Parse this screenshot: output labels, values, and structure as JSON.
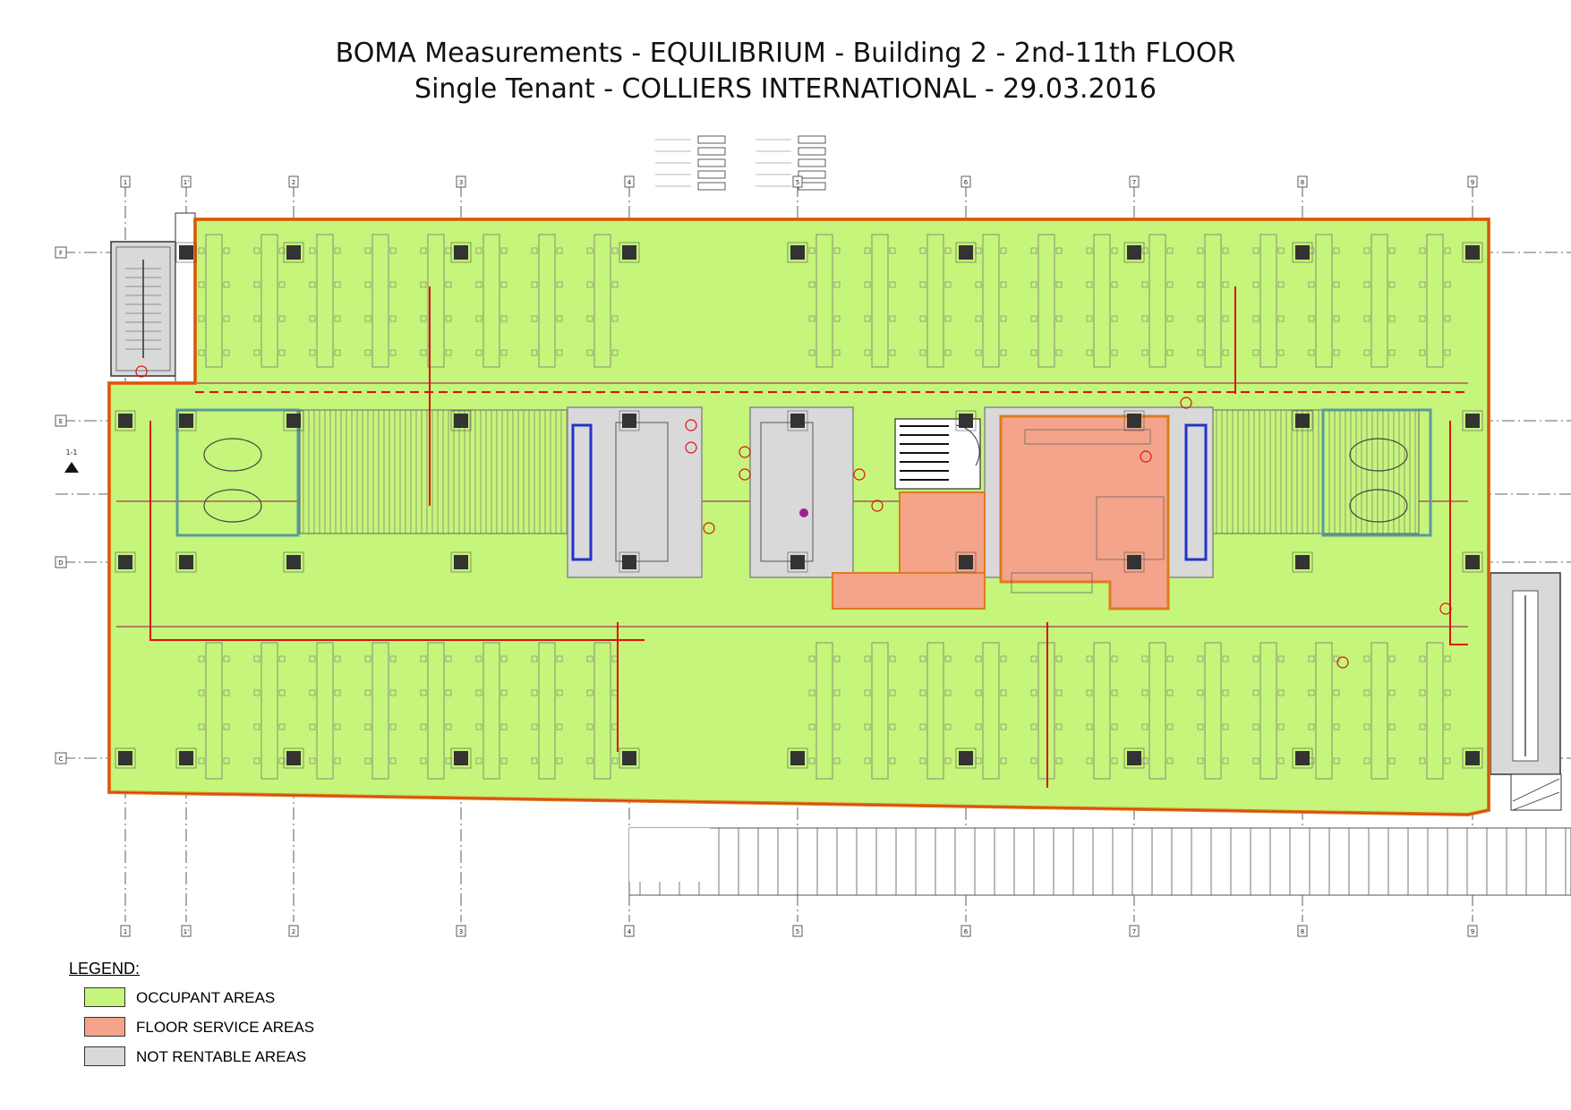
{
  "title": {
    "line1": "BOMA Measurements - EQUILIBRIUM - Building 2 - 2nd-11th FLOOR",
    "line2": "Single Tenant - COLLIERS INTERNATIONAL - 29.03.2016"
  },
  "legend": {
    "heading": "LEGEND:",
    "items": [
      {
        "label": "OCCUPANT AREAS",
        "color": "#c5f57a"
      },
      {
        "label": "FLOOR SERVICE AREAS",
        "color": "#f4a48a"
      },
      {
        "label": "NOT RENTABLE AREAS",
        "color": "#d9d9d9"
      }
    ]
  },
  "grid": {
    "columns": [
      "1",
      "1'",
      "2",
      "3",
      "4",
      "5",
      "6",
      "7",
      "8",
      "9"
    ],
    "rows": [
      "F",
      "E",
      "D",
      "C"
    ],
    "section_marker": "1-1"
  },
  "colors": {
    "occupant": "#c5f57a",
    "service": "#f4a48a",
    "not_rentable": "#d9d9d9",
    "outline": "#e07a1f",
    "red_line": "#dd1111",
    "blue": "#2233cc"
  }
}
